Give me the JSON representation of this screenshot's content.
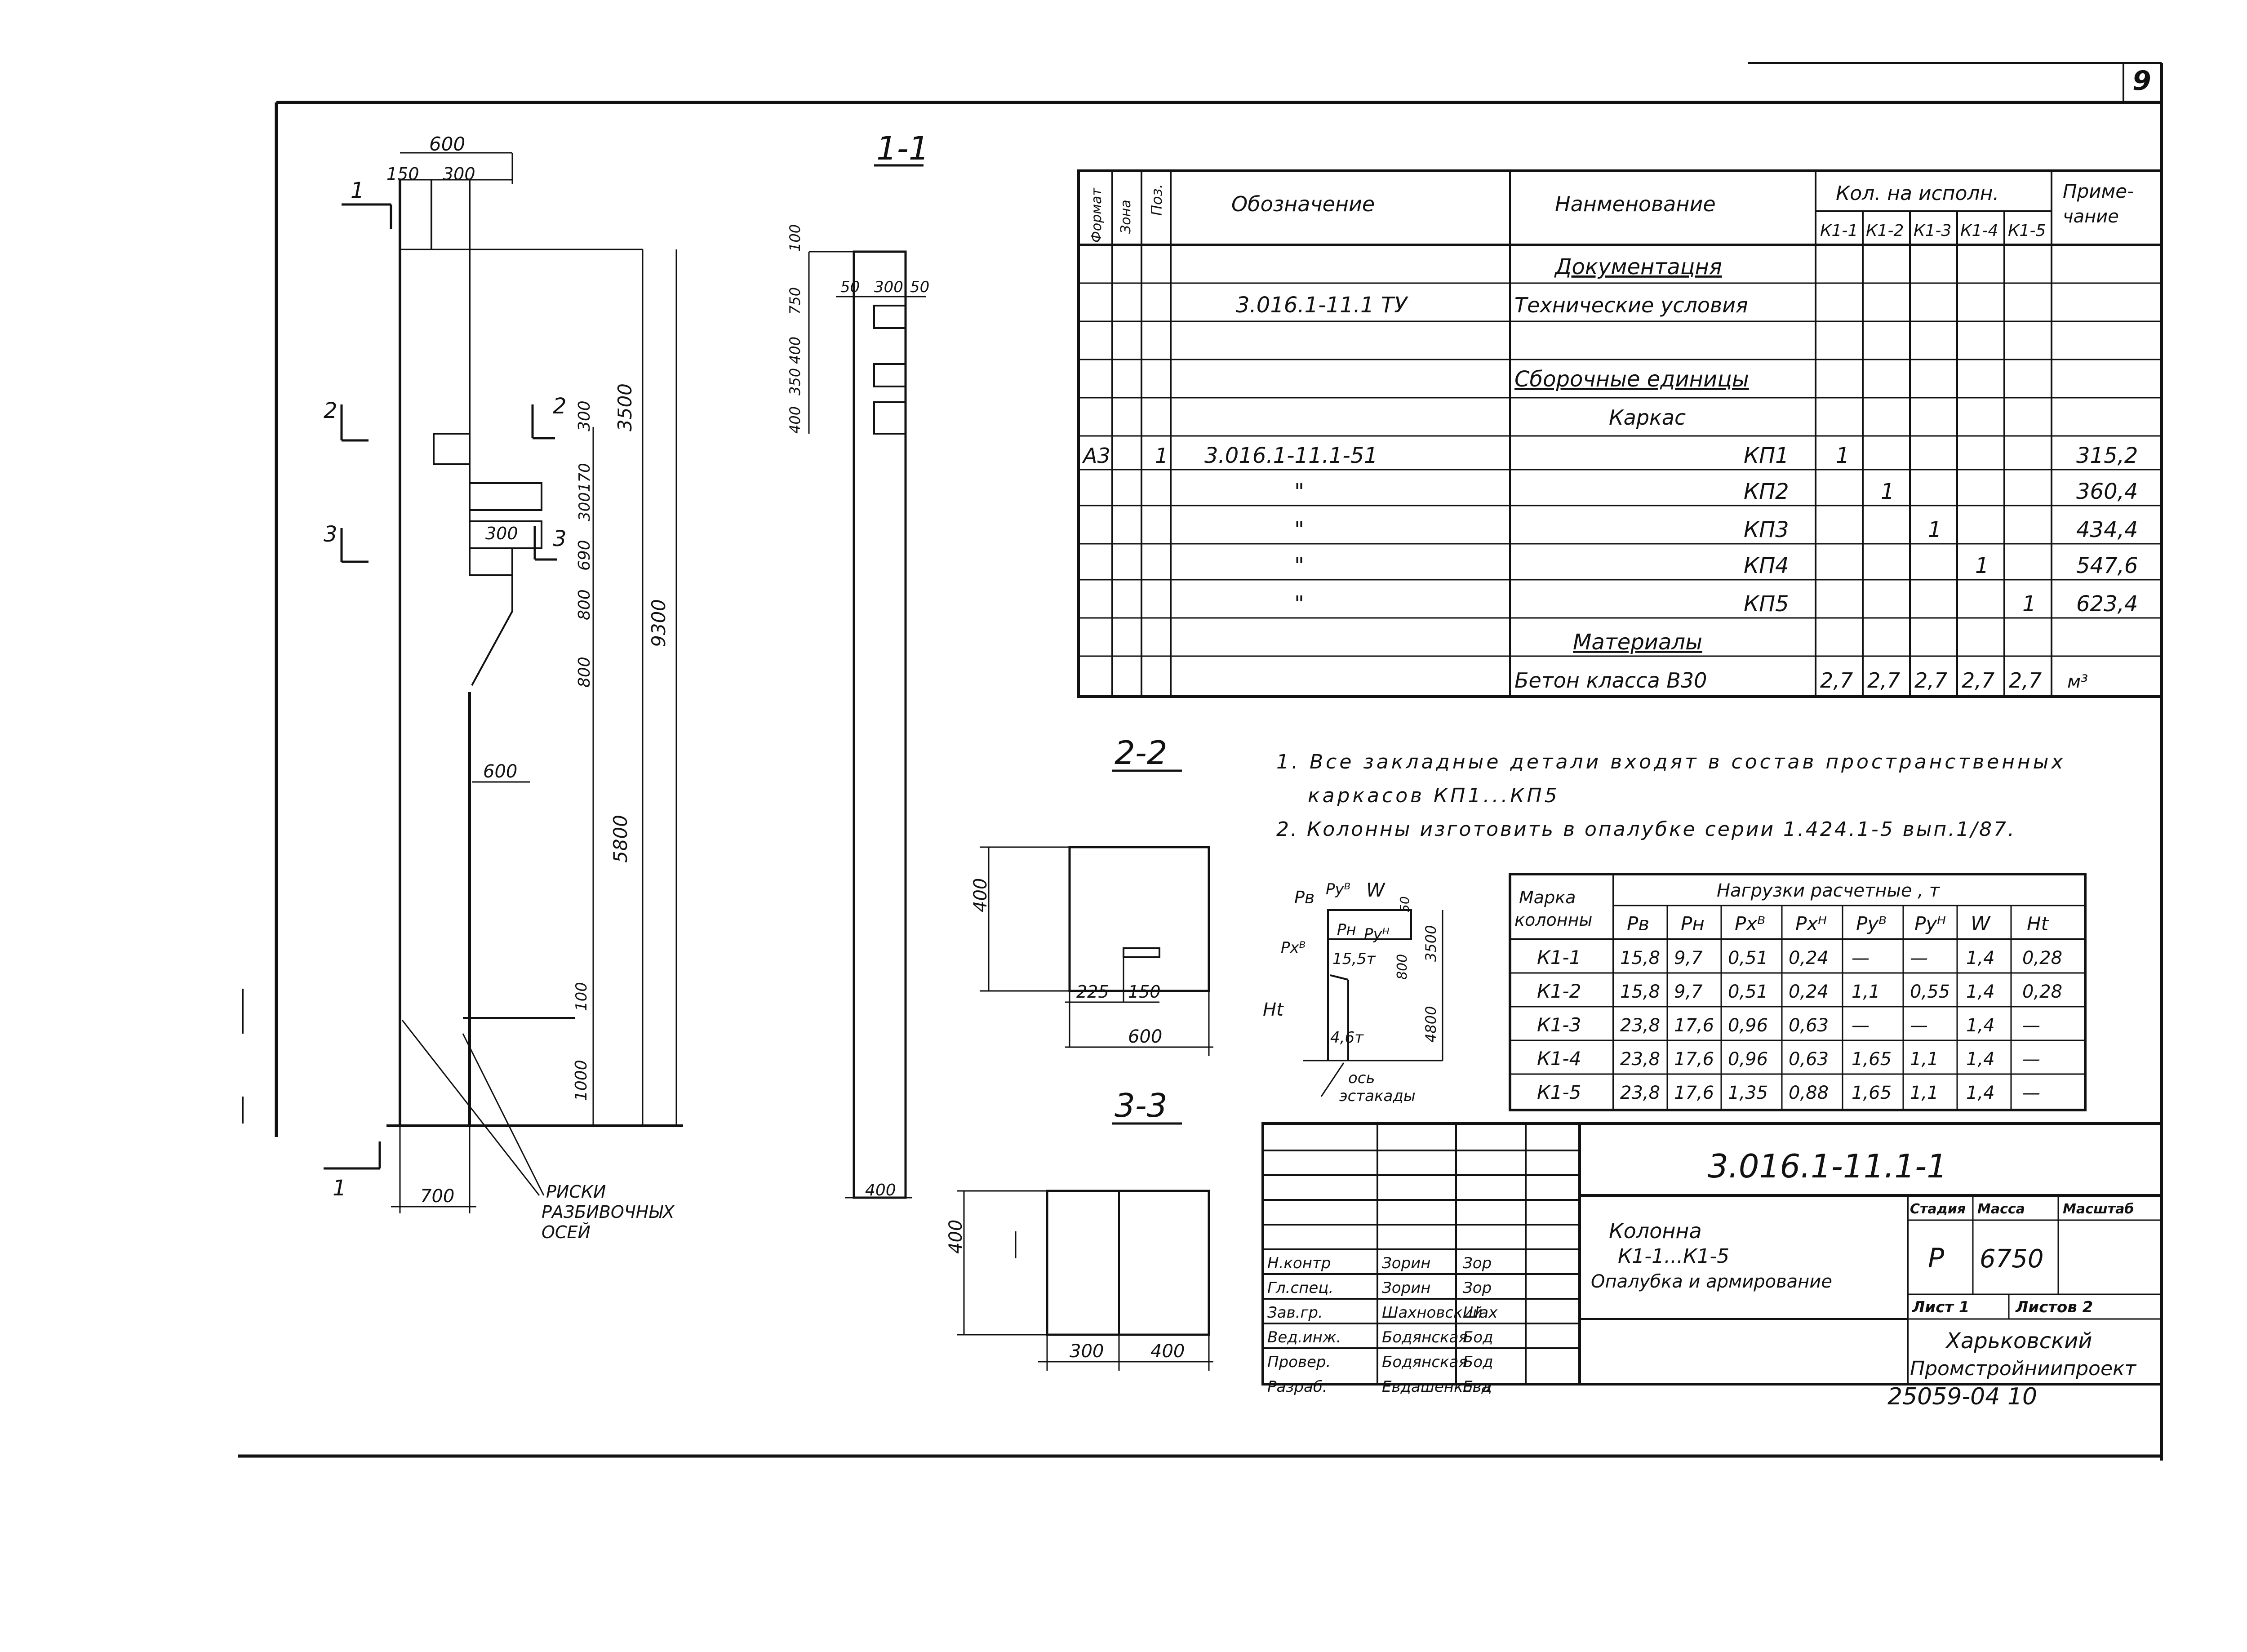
{
  "page_number": "9",
  "sections": {
    "s11": "1-1",
    "s22": "2-2",
    "s33": "3-3",
    "mark1": "1",
    "mark2": "2",
    "mark3": "3"
  },
  "dims": {
    "d600": "600",
    "d150": "150",
    "d300": "300",
    "d3500": "3500",
    "d300b": "300",
    "d300_170": "300170",
    "d690": "690",
    "d300c": "300",
    "d800a": "800",
    "d800b": "800",
    "d9300": "9300",
    "d600b": "600",
    "d5800": "5800",
    "d100": "100",
    "d1000": "1000",
    "d700": "700",
    "d400": "400",
    "d750": "750",
    "d400b": "400",
    "d350": "350",
    "d400c": "400",
    "d100b": "100",
    "d400d": "400",
    "d50a": "50",
    "d300s": "300",
    "d50b": "50",
    "d400s22": "400",
    "d225": "225",
    "d150s22": "150",
    "d600s22": "600",
    "d400s33": "400",
    "d300s33": "300",
    "d400s33b": "400"
  },
  "risk_label": [
    "РИСКИ",
    "РАЗБИВОЧНЫХ",
    "ОСЕЙ"
  ],
  "spec": {
    "headers": {
      "format": "Формат",
      "zone": "Зона",
      "pos": "Поз.",
      "designation": "Обозначение",
      "name": "Нанменование",
      "qty": "Кол. на исполн.",
      "note": [
        "Приме-",
        "чание"
      ],
      "versions": [
        "К1-1",
        "К1-2",
        "К1-3",
        "К1-4",
        "К1-5"
      ]
    },
    "rows": [
      {
        "fmt": "",
        "pos": "",
        "des": "",
        "name": "Документацня",
        "q": [
          "",
          "",
          "",
          "",
          ""
        ],
        "note": ""
      },
      {
        "fmt": "",
        "pos": "",
        "des": "3.016.1-11.1 ТУ",
        "name": "Технические условия",
        "q": [
          "",
          "",
          "",
          "",
          ""
        ],
        "note": ""
      },
      {
        "fmt": "",
        "pos": "",
        "des": "",
        "name": "",
        "q": [
          "",
          "",
          "",
          "",
          ""
        ],
        "note": ""
      },
      {
        "fmt": "",
        "pos": "",
        "des": "",
        "name": "Сборочные единицы",
        "q": [
          "",
          "",
          "",
          "",
          ""
        ],
        "note": ""
      },
      {
        "fmt": "",
        "pos": "",
        "des": "",
        "name": "Каркас",
        "q": [
          "",
          "",
          "",
          "",
          ""
        ],
        "note": ""
      },
      {
        "fmt": "А3",
        "pos": "1",
        "des": "3.016.1-11.1-51",
        "name": "КП1",
        "q": [
          "1",
          "",
          "",
          "",
          ""
        ],
        "note": "315,2"
      },
      {
        "fmt": "",
        "pos": "",
        "des": "\"",
        "name": "КП2",
        "q": [
          "",
          "1",
          "",
          "",
          ""
        ],
        "note": "360,4"
      },
      {
        "fmt": "",
        "pos": "",
        "des": "\"",
        "name": "КП3",
        "q": [
          "",
          "",
          "1",
          "",
          ""
        ],
        "note": "434,4"
      },
      {
        "fmt": "",
        "pos": "",
        "des": "\"",
        "name": "КП4",
        "q": [
          "",
          "",
          "",
          "1",
          ""
        ],
        "note": "547,6"
      },
      {
        "fmt": "",
        "pos": "",
        "des": "\"",
        "name": "КП5",
        "q": [
          "",
          "",
          "",
          "",
          "1"
        ],
        "note": "623,4"
      },
      {
        "fmt": "",
        "pos": "",
        "des": "",
        "name": "Материалы",
        "q": [
          "",
          "",
          "",
          "",
          ""
        ],
        "note": ""
      },
      {
        "fmt": "",
        "pos": "",
        "des": "",
        "name": "Бетон класса В30",
        "q": [
          "2,7",
          "2,7",
          "2,7",
          "2,7",
          "2,7"
        ],
        "note": "м³"
      }
    ]
  },
  "notes": [
    "1. Все закладные детали входят в состав пространственных",
    "каркасов КП1...КП5",
    "2. Колонны изготовить в опалубке серии 1.424.1-5 вып.1/87."
  ],
  "scheme": {
    "labels": [
      "Pв",
      "Pуᴮ",
      "W",
      "Pхᴮ",
      "Pн",
      "Pуᴴ",
      "15,5т",
      "Ht",
      "4,6т",
      "3500",
      "800",
      "4800",
      "50"
    ],
    "axis": [
      "ось",
      "эстакады"
    ]
  },
  "loads": {
    "header_mark": [
      "Марка",
      "колонны"
    ],
    "header_group": "Нагрузки расчетные , т",
    "cols": [
      "Pв",
      "Pн",
      "Pхᴮ",
      "Pхᴴ",
      "Pуᴮ",
      "Pуᴴ",
      "W",
      "Ht"
    ],
    "rows": [
      {
        "mark": "К1-1",
        "v": [
          "15,8",
          "9,7",
          "0,51",
          "0,24",
          "—",
          "—",
          "1,4",
          "0,28"
        ]
      },
      {
        "mark": "К1-2",
        "v": [
          "15,8",
          "9,7",
          "0,51",
          "0,24",
          "1,1",
          "0,55",
          "1,4",
          "0,28"
        ]
      },
      {
        "mark": "К1-3",
        "v": [
          "23,8",
          "17,6",
          "0,96",
          "0,63",
          "—",
          "—",
          "1,4",
          "—"
        ]
      },
      {
        "mark": "К1-4",
        "v": [
          "23,8",
          "17,6",
          "0,96",
          "0,63",
          "1,65",
          "1,1",
          "1,4",
          "—"
        ]
      },
      {
        "mark": "К1-5",
        "v": [
          "23,8",
          "17,6",
          "1,35",
          "0,88",
          "1,65",
          "1,1",
          "1,4",
          "—"
        ]
      }
    ]
  },
  "title_block": {
    "doc_code": "3.016.1-11.1-1",
    "title_lines": [
      "Колонна",
      "К1-1...К1-5",
      "Опалубка и армирование"
    ],
    "hdr_stage": "Стадия",
    "hdr_mass": "Масса",
    "hdr_scale": "Масштаб",
    "stage": "Р",
    "mass": "6750",
    "sheet": "Лист 1",
    "sheets": "Листов 2",
    "org": [
      "Харьковский",
      "Промстройниипроект"
    ],
    "signers": [
      {
        "role": "Н.контр",
        "name": "Зорин",
        "sig": "Зор"
      },
      {
        "role": "Гл.спец.",
        "name": "Зорин",
        "sig": "Зор"
      },
      {
        "role": "Зав.гр.",
        "name": "Шахновский",
        "sig": "Шах"
      },
      {
        "role": "Вед.инж.",
        "name": "Бодянская",
        "sig": "Бод"
      },
      {
        "role": "Провер.",
        "name": "Бодянская",
        "sig": "Бод"
      },
      {
        "role": "Разраб.",
        "name": "Евдашенкова",
        "sig": "Евд"
      }
    ]
  },
  "archive_code": "25059-04  10"
}
